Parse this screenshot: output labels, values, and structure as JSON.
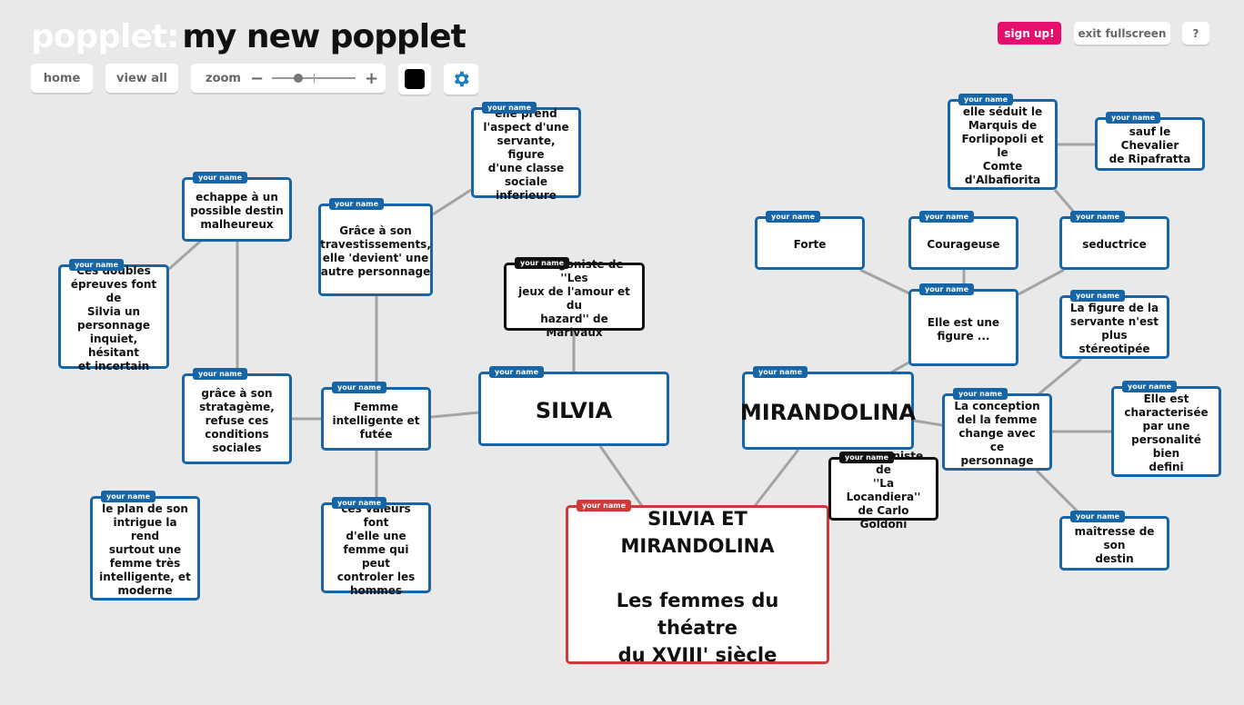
{
  "header": {
    "logo": "popplet",
    "separator": ":",
    "title": "my new popplet"
  },
  "toolbar": {
    "home": "home",
    "view_all": "view all",
    "zoom": "zoom",
    "zoom_minus": "−",
    "zoom_plus": "+",
    "color": "#000000",
    "settings_icon": "gear-icon"
  },
  "topright": {
    "signup": "sign up!",
    "exit": "exit fullscreen",
    "help": "?"
  },
  "colors": {
    "blue": "#1565a7",
    "black": "#111111",
    "red": "#d0383a",
    "line": "#a3a3a3",
    "signup": "#e5106e"
  },
  "tag_label": "your name",
  "nodes": [
    {
      "id": "echappe",
      "text": "echappe à un\npossible destin\nmalheureux"
    },
    {
      "id": "doubles",
      "text": "Ces doubles\népreuves font de\nSilvia un\npersonnage\ninquiet, hésitant\net incertain"
    },
    {
      "id": "grace-strat",
      "text": "grâce à son\nstratagème,\nrefuse ces\nconditions\nsociales"
    },
    {
      "id": "plan",
      "text": "le plan de son\nintrigue la rend\nsurtout une\nfemme très\nintelligente, et\nmoderne"
    },
    {
      "id": "travest",
      "text": "Grâce à son\ntravestissements,\nelle 'devient' une\nautre personnage"
    },
    {
      "id": "aspect",
      "text": "elle prend\nl'aspect d'une\nservante, figure\nd'une classe\nsociale inferieure"
    },
    {
      "id": "femme-int",
      "text": "Femme\nintelligente et\nfutée"
    },
    {
      "id": "valeurs",
      "text": "ces valeurs font\nd'elle une\nfemme qui peut\ncontroler les\nhommes"
    },
    {
      "id": "proto-silvia",
      "text": "Protagoniste de ''Les\njeux de l'amour et du\nhazard'' de Marivaux"
    },
    {
      "id": "silvia",
      "text": "SILVIA"
    },
    {
      "id": "main",
      "text": "SILVIA ET\nMIRANDOLINA\n\nLes femmes du théatre\ndu XVIII' siècle"
    },
    {
      "id": "mirandolina",
      "text": "MIRANDOLINA"
    },
    {
      "id": "proto-mir",
      "text": "Protagoniste de\n''La Locandiera''\nde Carlo Goldoni"
    },
    {
      "id": "seduit",
      "text": "elle séduit le\nMarquis de\nForlipopoli et le\nComte\nd'Albafiorita"
    },
    {
      "id": "sauf",
      "text": "sauf le Chevalier\nde Ripafratta"
    },
    {
      "id": "forte",
      "text": "Forte"
    },
    {
      "id": "courageuse",
      "text": "Courageuse"
    },
    {
      "id": "seductrice",
      "text": "seductrice"
    },
    {
      "id": "figure",
      "text": "Elle est une\nfigure ..."
    },
    {
      "id": "servante",
      "text": "La figure de la\nservante n'est\nplus stéreotipée"
    },
    {
      "id": "conception",
      "text": "La conception\ndel la femme\nchange avec ce\npersonnage"
    },
    {
      "id": "caract",
      "text": "Elle est\ncharacterisée\npar une\npersonalité bien\ndefini"
    },
    {
      "id": "maitresse",
      "text": "maîtresse de son\ndestin"
    }
  ]
}
